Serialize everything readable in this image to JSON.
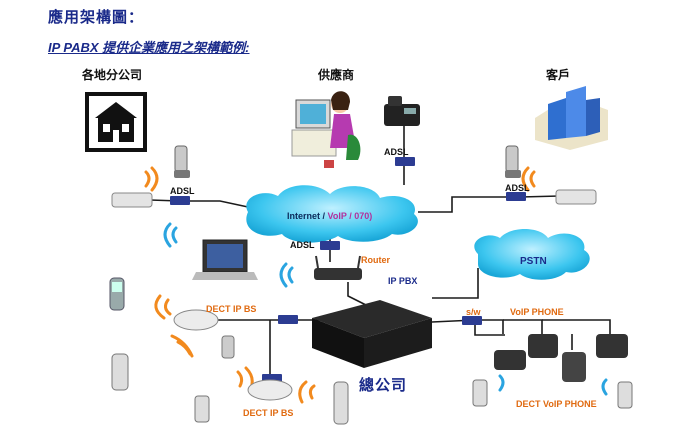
{
  "title": "應用架構圖：",
  "subtitle": "IP PABX 提供企業應用之架構範例:",
  "labels": {
    "branch": "各地分公司",
    "supplier": "供應商",
    "customer": "客戶",
    "adsl_left": "ADSL",
    "adsl_top": "ADSL",
    "adsl_right": "ADSL",
    "adsl_router": "ADSL",
    "router": "Router",
    "ip_pbx": "IP PBX",
    "pstn": "PSTN",
    "sw": "s/w",
    "voip_phone": "VoIP PHONE",
    "dect_bs_upper": "DECT IP BS",
    "dect_bs_lower": "DECT IP BS",
    "headquarters": "總公司",
    "dect_voip_phone": "DECT VoIP PHONE",
    "internet_prefix": "Internet / ",
    "internet_voip": "VoIP / 070)"
  },
  "colors": {
    "title": "#1a2a8a",
    "cloud": "#2ab8e6",
    "orange": "#e06a10",
    "line": "#1b1b1b"
  },
  "icons": [
    "house-icon",
    "person-computer-icon",
    "desk-phone-icon",
    "building-icon",
    "cordless-phone-icon",
    "wifi-wave-icon",
    "adsl-modem-icon",
    "laptop-icon",
    "router-icon",
    "mobile-phone-icon",
    "dect-base-station-icon",
    "ip-pbx-box-icon",
    "switch-icon"
  ]
}
